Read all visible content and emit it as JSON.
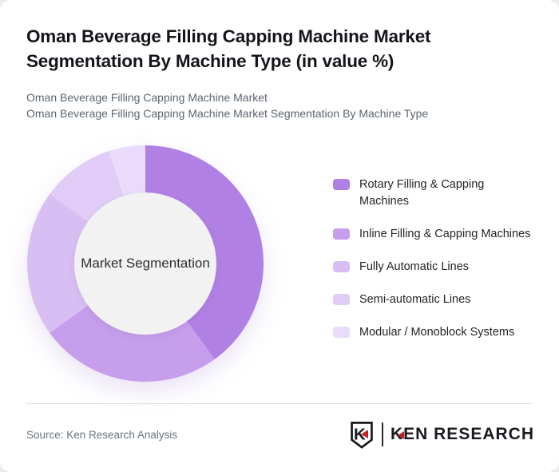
{
  "header": {
    "title": "Oman Beverage Filling Capping Machine Market Segmentation By Machine Type (in value %)",
    "subtitle_line1": "Oman Beverage Filling Capping Machine Market",
    "subtitle_line2": "Oman Beverage Filling Capping Machine Market Segmentation By Machine Type"
  },
  "chart_data": {
    "type": "pie",
    "variant": "donut",
    "title": "Oman Beverage Filling Capping Machine Market Segmentation By Machine Type (in value %)",
    "units": "value %",
    "center_label": "Market Segmentation",
    "start_angle_deg": 0,
    "direction": "clockwise",
    "legend_position": "right",
    "hole_fill": "#f2f2f2",
    "segments": [
      {
        "label": "Rotary Filling & Capping Machines",
        "value": 40,
        "color": "#b180e4"
      },
      {
        "label": "Inline Filling & Capping Machines",
        "value": 25,
        "color": "#c69eec"
      },
      {
        "label": "Fully Automatic Lines",
        "value": 20,
        "color": "#d8bff3"
      },
      {
        "label": "Semi-automatic Lines",
        "value": 10,
        "color": "#e0ccf6"
      },
      {
        "label": "Modular / Monoblock Systems",
        "value": 5,
        "color": "#e9dbf9"
      }
    ]
  },
  "footer": {
    "source": "Source: Ken Research Analysis",
    "brand": {
      "shield_letter": "K",
      "wordmark": "KEN RESEARCH",
      "accent_color": "#c22026"
    }
  }
}
